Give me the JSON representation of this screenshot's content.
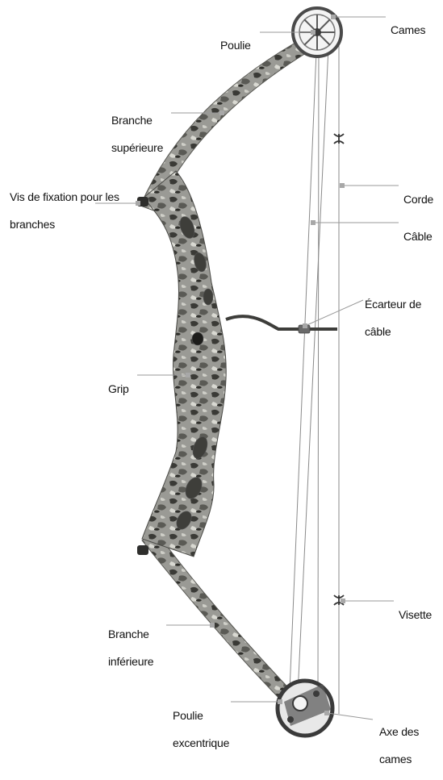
{
  "labels": {
    "cames": "Cames",
    "poulie": "Poulie",
    "branche_superieure": [
      "Branche",
      "supérieure"
    ],
    "vis_fixation": [
      "Vis de fixation pour les",
      "branches"
    ],
    "corde": "Corde",
    "cable": "Câble",
    "ecarteur": [
      "Écarteur de",
      "câble"
    ],
    "grip": "Grip",
    "visette": "Visette",
    "branche_inferieure": [
      "Branche",
      "inférieure"
    ],
    "poulie_excentrique": [
      "Poulie",
      "excentrique"
    ],
    "axe_des_cames": [
      "Axe des",
      "cames"
    ]
  },
  "colors": {
    "riser_base": "#9a9a95",
    "camo_dark": "#3a3a36",
    "camo_light": "#d9d9d2",
    "string": "#8a8a8a",
    "leader": "#9a9a9a",
    "cam": "#4a4a4a"
  }
}
